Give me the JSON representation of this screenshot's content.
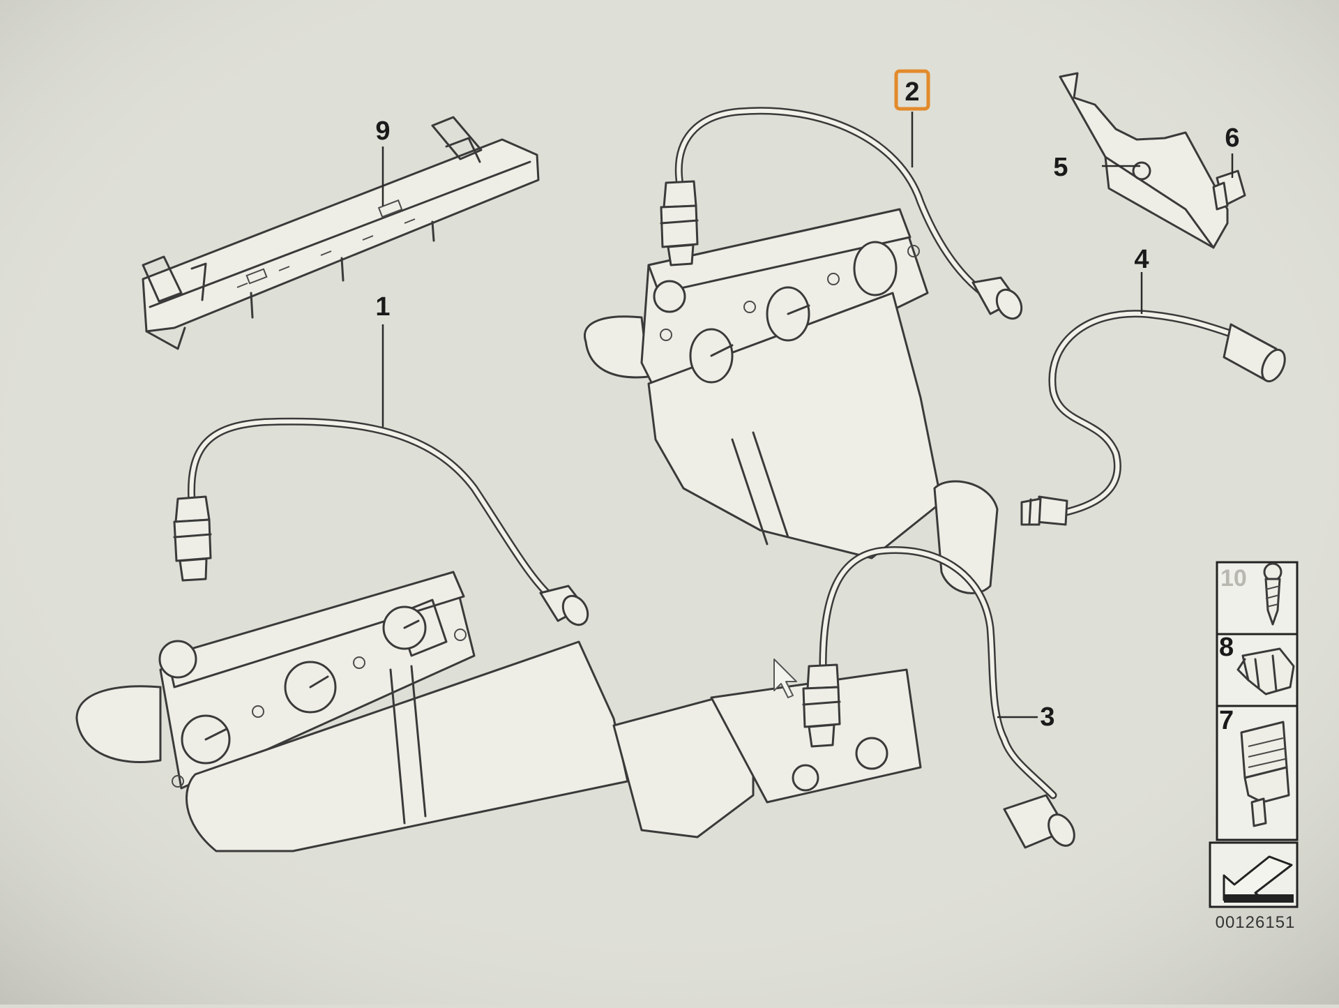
{
  "diagram": {
    "labels": {
      "l1": "1",
      "l2": "2",
      "l3": "3",
      "l4": "4",
      "l5": "5",
      "l6": "6",
      "l9": "9"
    },
    "legend": {
      "l10": "10",
      "l8": "8",
      "l7": "7"
    },
    "diagram_number": "00126151",
    "highlighted_label": "2",
    "highlight_color": "#e38a2b"
  },
  "icons": {
    "cursor": "mouse-pointer-icon",
    "direction": "direction-arrow-icon",
    "screw": "screw-icon",
    "clip8": "clip-icon",
    "clip7": "bracket-clip-icon"
  }
}
